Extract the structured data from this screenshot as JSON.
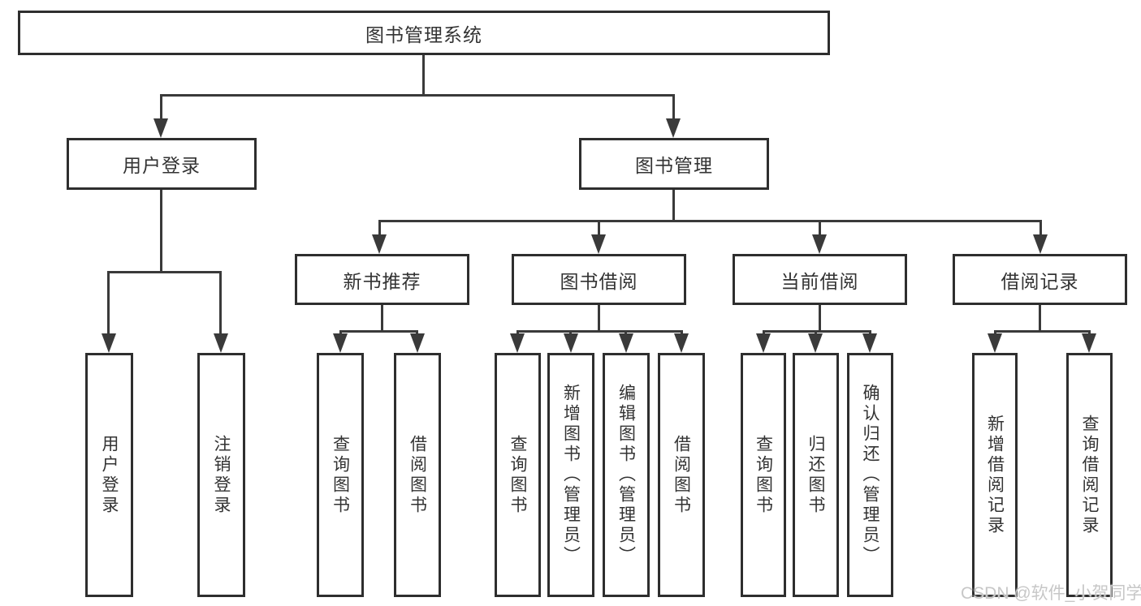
{
  "diagram": {
    "title": "图书管理系统",
    "level1": [
      {
        "label": "用户登录",
        "children": [
          {
            "label": "用户登录"
          },
          {
            "label": "注销登录"
          }
        ]
      },
      {
        "label": "图书管理",
        "children": [
          {
            "label": "新书推荐",
            "children": [
              {
                "label": "查询图书"
              },
              {
                "label": "借阅图书"
              }
            ]
          },
          {
            "label": "图书借阅",
            "children": [
              {
                "label": "查询图书"
              },
              {
                "label": "新增图书（管理员）"
              },
              {
                "label": "编辑图书（管理员）"
              },
              {
                "label": "借阅图书"
              }
            ]
          },
          {
            "label": "当前借阅",
            "children": [
              {
                "label": "查询图书"
              },
              {
                "label": "归还图书"
              },
              {
                "label": "确认归还（管理员）"
              }
            ]
          },
          {
            "label": "借阅记录",
            "children": [
              {
                "label": "新增借阅记录"
              },
              {
                "label": "查询借阅记录"
              }
            ]
          }
        ]
      }
    ]
  },
  "colors": {
    "line": "#3a3a3a",
    "border": "#2e2e2e",
    "text": "#333333",
    "watermark": "#c7c7c7"
  },
  "watermark": {
    "text": "CSDN @软件_小贺同学"
  }
}
